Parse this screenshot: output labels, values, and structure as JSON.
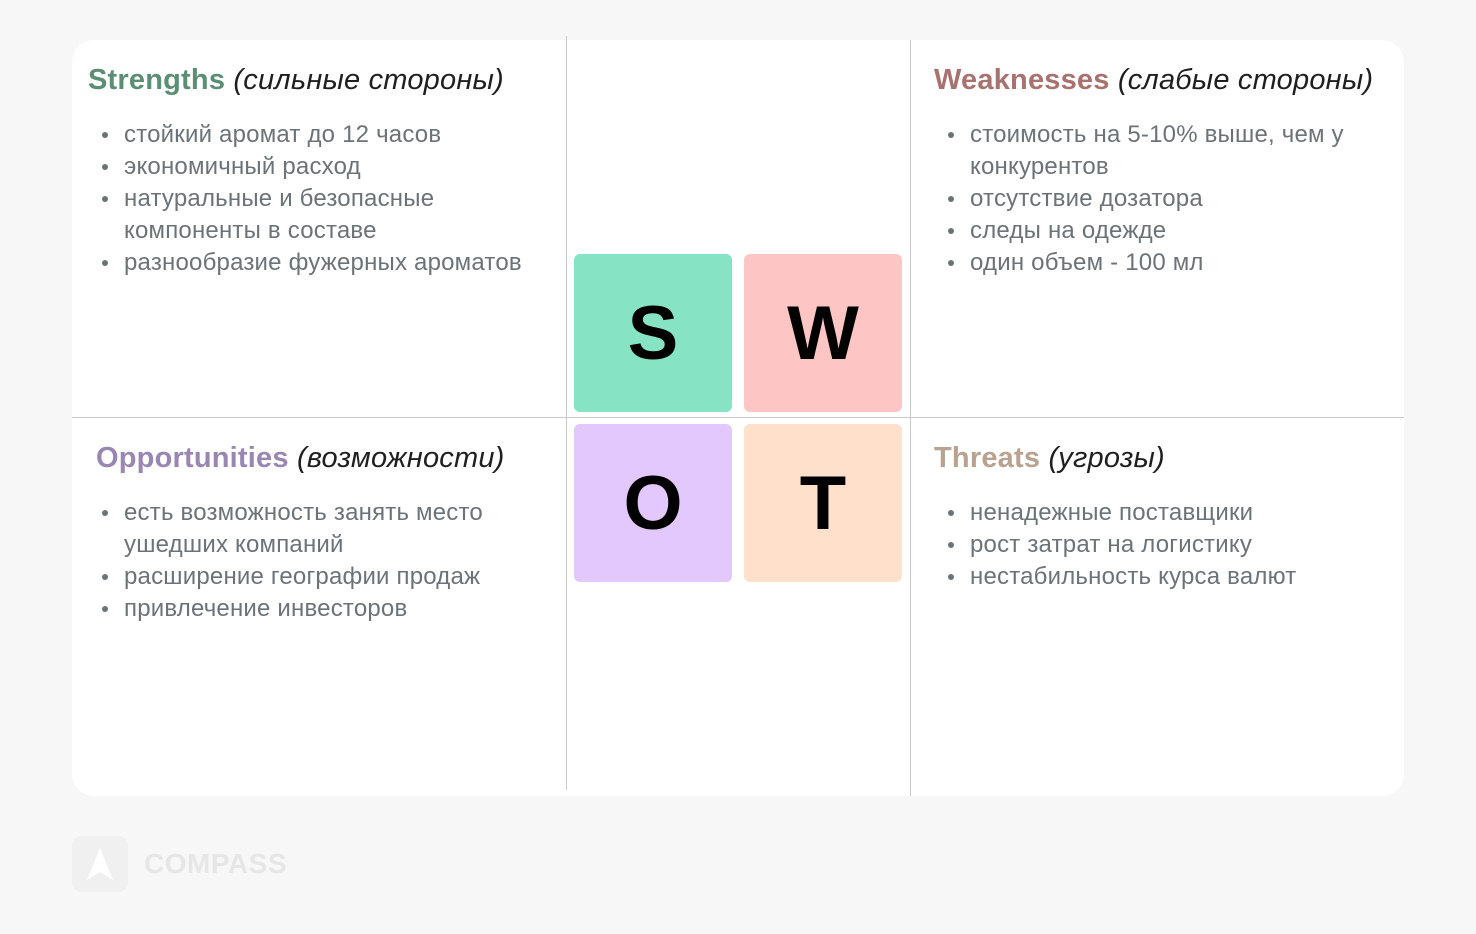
{
  "colors": {
    "strengths": "#5a8f74",
    "weaknesses": "#a9726f",
    "opportunities": "#9a86b2",
    "threats": "#b9a290",
    "tile_s": "#86e4c4",
    "tile_w": "#fec5c5",
    "tile_o": "#e2c8fc",
    "tile_t": "#fee0cb"
  },
  "tiles": {
    "s": "S",
    "w": "W",
    "o": "O",
    "t": "T"
  },
  "strengths": {
    "name": "Strengths",
    "subtitle": "(сильные стороны)",
    "items": [
      "стойкий аромат до 12 часов",
      "экономичный расход",
      "натуральные и безопасные компоненты в составе",
      "разнообразие фужерных ароматов"
    ]
  },
  "weaknesses": {
    "name": "Weaknesses",
    "subtitle": "(слабые стороны)",
    "items": [
      "стоимость на 5-10% выше, чем у конкурентов",
      "отсутствие дозатора",
      "следы на одежде",
      "один объем - 100 мл"
    ]
  },
  "opportunities": {
    "name": "Opportunities",
    "subtitle": "(возможности)",
    "items": [
      "есть возможность занять место ушедших компаний",
      "расширение географии продаж",
      "привлечение инвесторов"
    ]
  },
  "threats": {
    "name": "Threats",
    "subtitle": "(угрозы)",
    "items": [
      "ненадежные поставщики",
      "рост затрат на логистику",
      "нестабильность курса валют"
    ]
  },
  "logo": {
    "text": "COMPASS",
    "icon": "compass-logo-icon"
  }
}
